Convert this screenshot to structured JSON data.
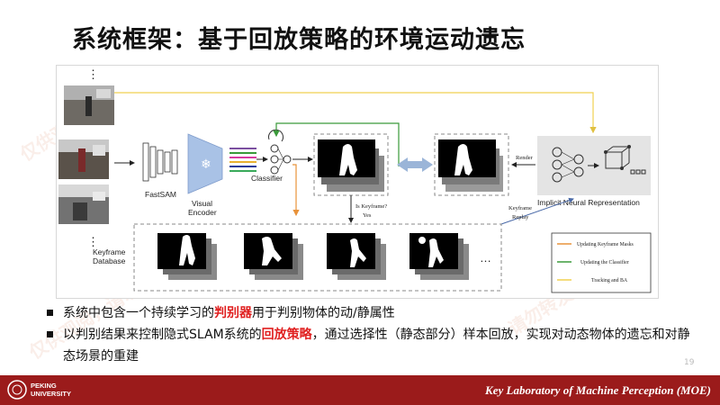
{
  "title": "系统框架：基于回放策略的环境运动遗忘",
  "diagram": {
    "labels": {
      "fastsam": "FastSAM",
      "visual_encoder": [
        "Visual",
        "Encoder"
      ],
      "classifier": "Classifier",
      "keyframe_database": [
        "Keyframe",
        "Database"
      ],
      "is_keyframe": "Is Keyframe?",
      "yes": "Yes",
      "render": "Render",
      "keyframe_replay": [
        "Keyframe",
        "Replay"
      ],
      "inr": "Implicit Neural Representation",
      "ellipsis": "⋮",
      "ellipsis_h": "…"
    },
    "legend": [
      {
        "label": "Updating Keyframe Masks",
        "color": "#e8923a"
      },
      {
        "label": "Updating the Classifier",
        "color": "#3a9a3a"
      },
      {
        "label": "Tracking and BA",
        "color": "#f0d050"
      }
    ],
    "colors": {
      "orange": "#e8923a",
      "green": "#3a9a3a",
      "yellow": "#f0d050",
      "encoder": "#a9c2e6",
      "swap": "#9bb5d8"
    },
    "icons": [
      "snowflake-icon",
      "double-arrow-icon",
      "neural-net-icon",
      "graph-icon"
    ]
  },
  "bullets": [
    {
      "pre": "系统中包含一个持续学习的",
      "hl": "判别器",
      "post": "用于判别物体的动/静属性"
    },
    {
      "pre": "以判别结果来控制隐式SLAM系统的",
      "hl": "回放策略",
      "post": "，通过选择性（静态部分）样本回放，实现对动态物体的遗忘和对静态场景的重建"
    }
  ],
  "footer": {
    "logo_line1": "PEKING",
    "logo_line2": "UNIVERSITY",
    "right": "Key Laboratory of Machine Perception (MOE)"
  },
  "page_number": "19",
  "watermark": [
    "仅供观阅，请勿转发",
    "仅供观阅",
    "请勿转发",
    "观阅",
    "仅供观阅，请勿转发",
    "请勿转发"
  ]
}
